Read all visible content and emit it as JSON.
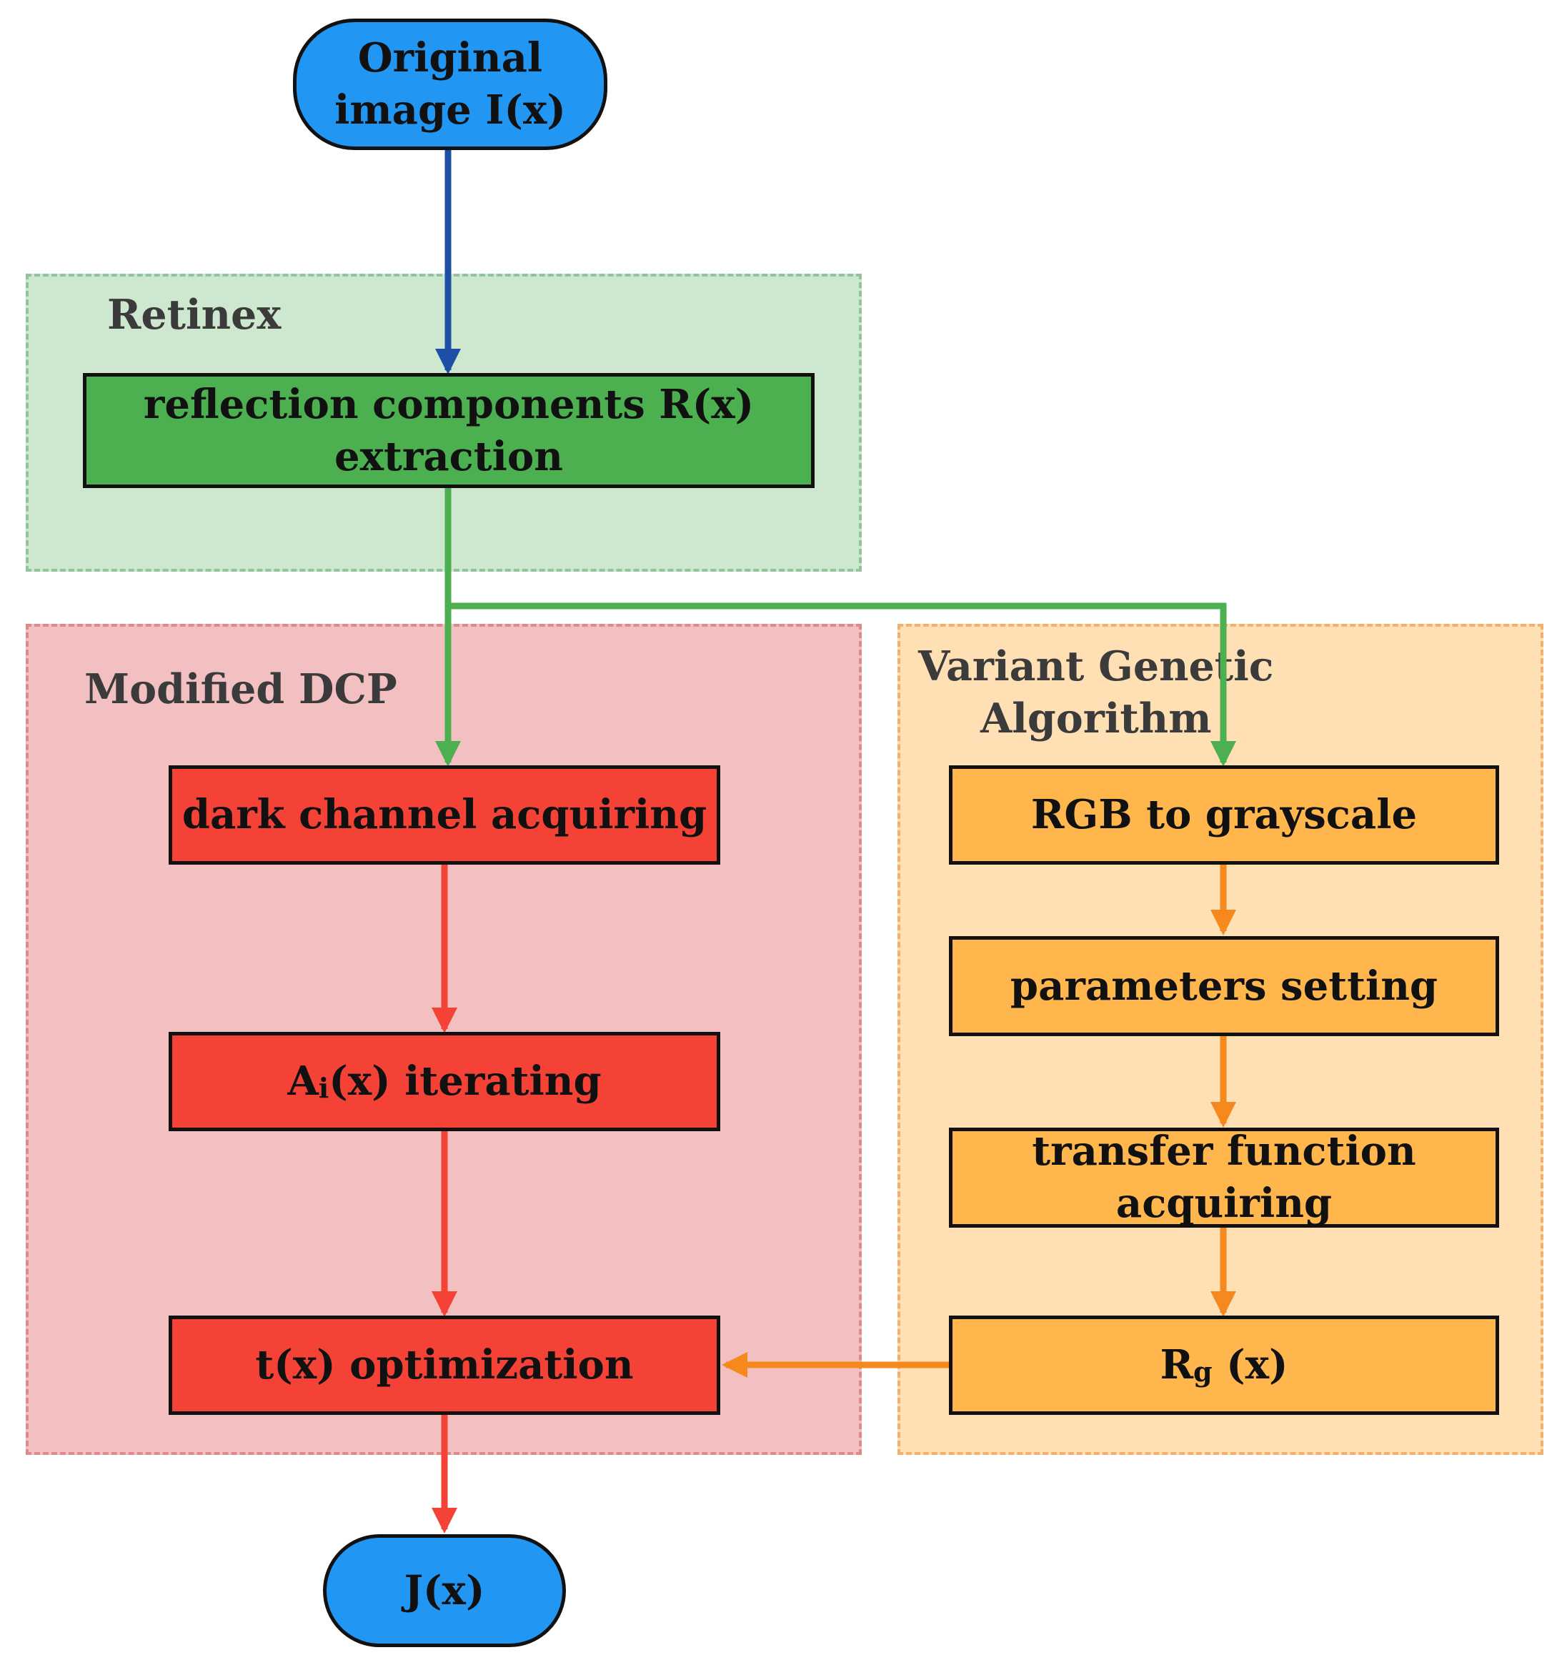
{
  "groups": {
    "retinex": "Retinex",
    "dcp": "Modified DCP",
    "vga_line1": "Variant Genetic",
    "vga_line2": "Algorithm"
  },
  "nodes": {
    "start_line1": "Original",
    "start_line2": "image I(x)",
    "reflection_line1": "reflection components R(x)",
    "reflection_line2": "extraction",
    "dark_channel": "dark channel acquiring",
    "ai_main": "A",
    "ai_sub": "i",
    "ai_rest": "(x) iterating",
    "tx_opt": "t(x) optimization",
    "rgb_gray": "RGB to grayscale",
    "params": "parameters setting",
    "transfer": "transfer function acquiring",
    "rg_main": "R",
    "rg_sub": "g",
    "rg_rest": " (x)",
    "end": "J(x)"
  },
  "colors": {
    "blue_terminal": "#2196f3",
    "green_box": "#4caf50",
    "red_box": "#f44336",
    "orange_box": "#ffb74d",
    "blue_arrow": "#1e4fa6",
    "green_arrow": "#4caf50",
    "red_arrow": "#f44336",
    "orange_arrow": "#f5891e"
  }
}
